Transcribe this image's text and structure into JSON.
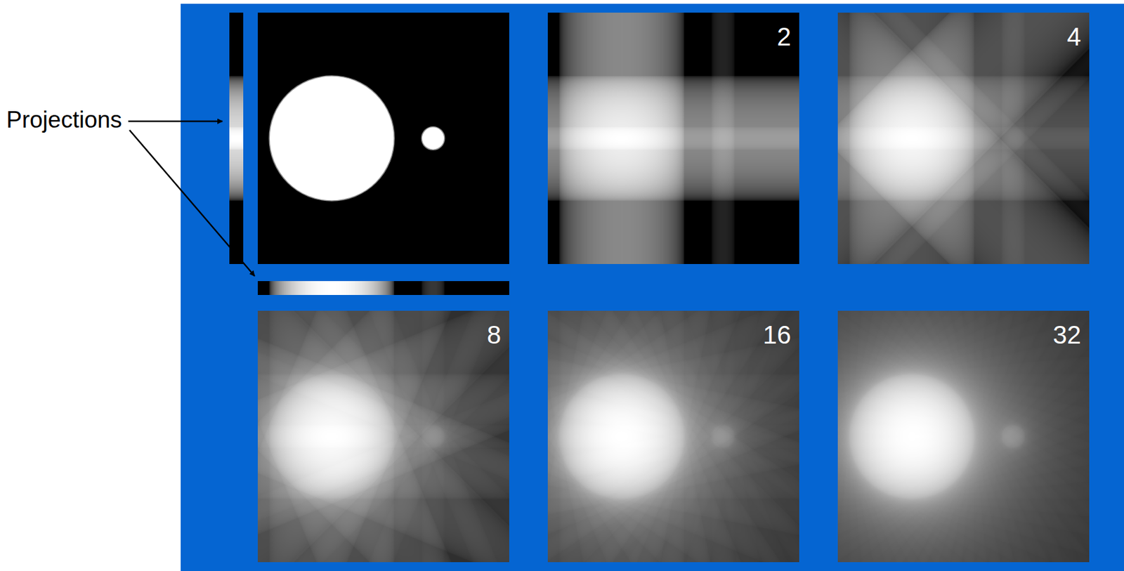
{
  "diagram": {
    "nodes": [
      {
        "text": [
          "2"
        ]
      },
      {
        "text": [
          "4"
        ]
      },
      {
        "text": [
          "8"
        ]
      },
      {
        "text": [
          "16"
        ]
      },
      {
        "text": [
          "32"
        ]
      }
    ],
    "labels": [
      "Projections"
    ]
  }
}
